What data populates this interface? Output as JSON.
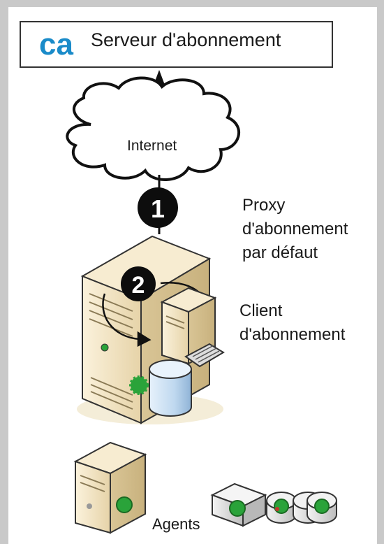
{
  "server_box": {
    "label": "Serveur d'abonnement",
    "logo_text": "ca",
    "logo_color": "#1a8bc9"
  },
  "cloud": {
    "label": "Internet"
  },
  "badges": {
    "one": "1",
    "two": "2"
  },
  "proxy": {
    "line1": "Proxy",
    "line2": "d'abonnement",
    "line3": "par défaut"
  },
  "client": {
    "line1": "Client",
    "line2": "d'abonnement"
  },
  "agents": {
    "label": "Agents"
  },
  "colors": {
    "frame": "#c9c9c9",
    "server_beige": "#efe2c4",
    "status_green": "#2aa33a",
    "database_blue": "#c9dff3"
  }
}
